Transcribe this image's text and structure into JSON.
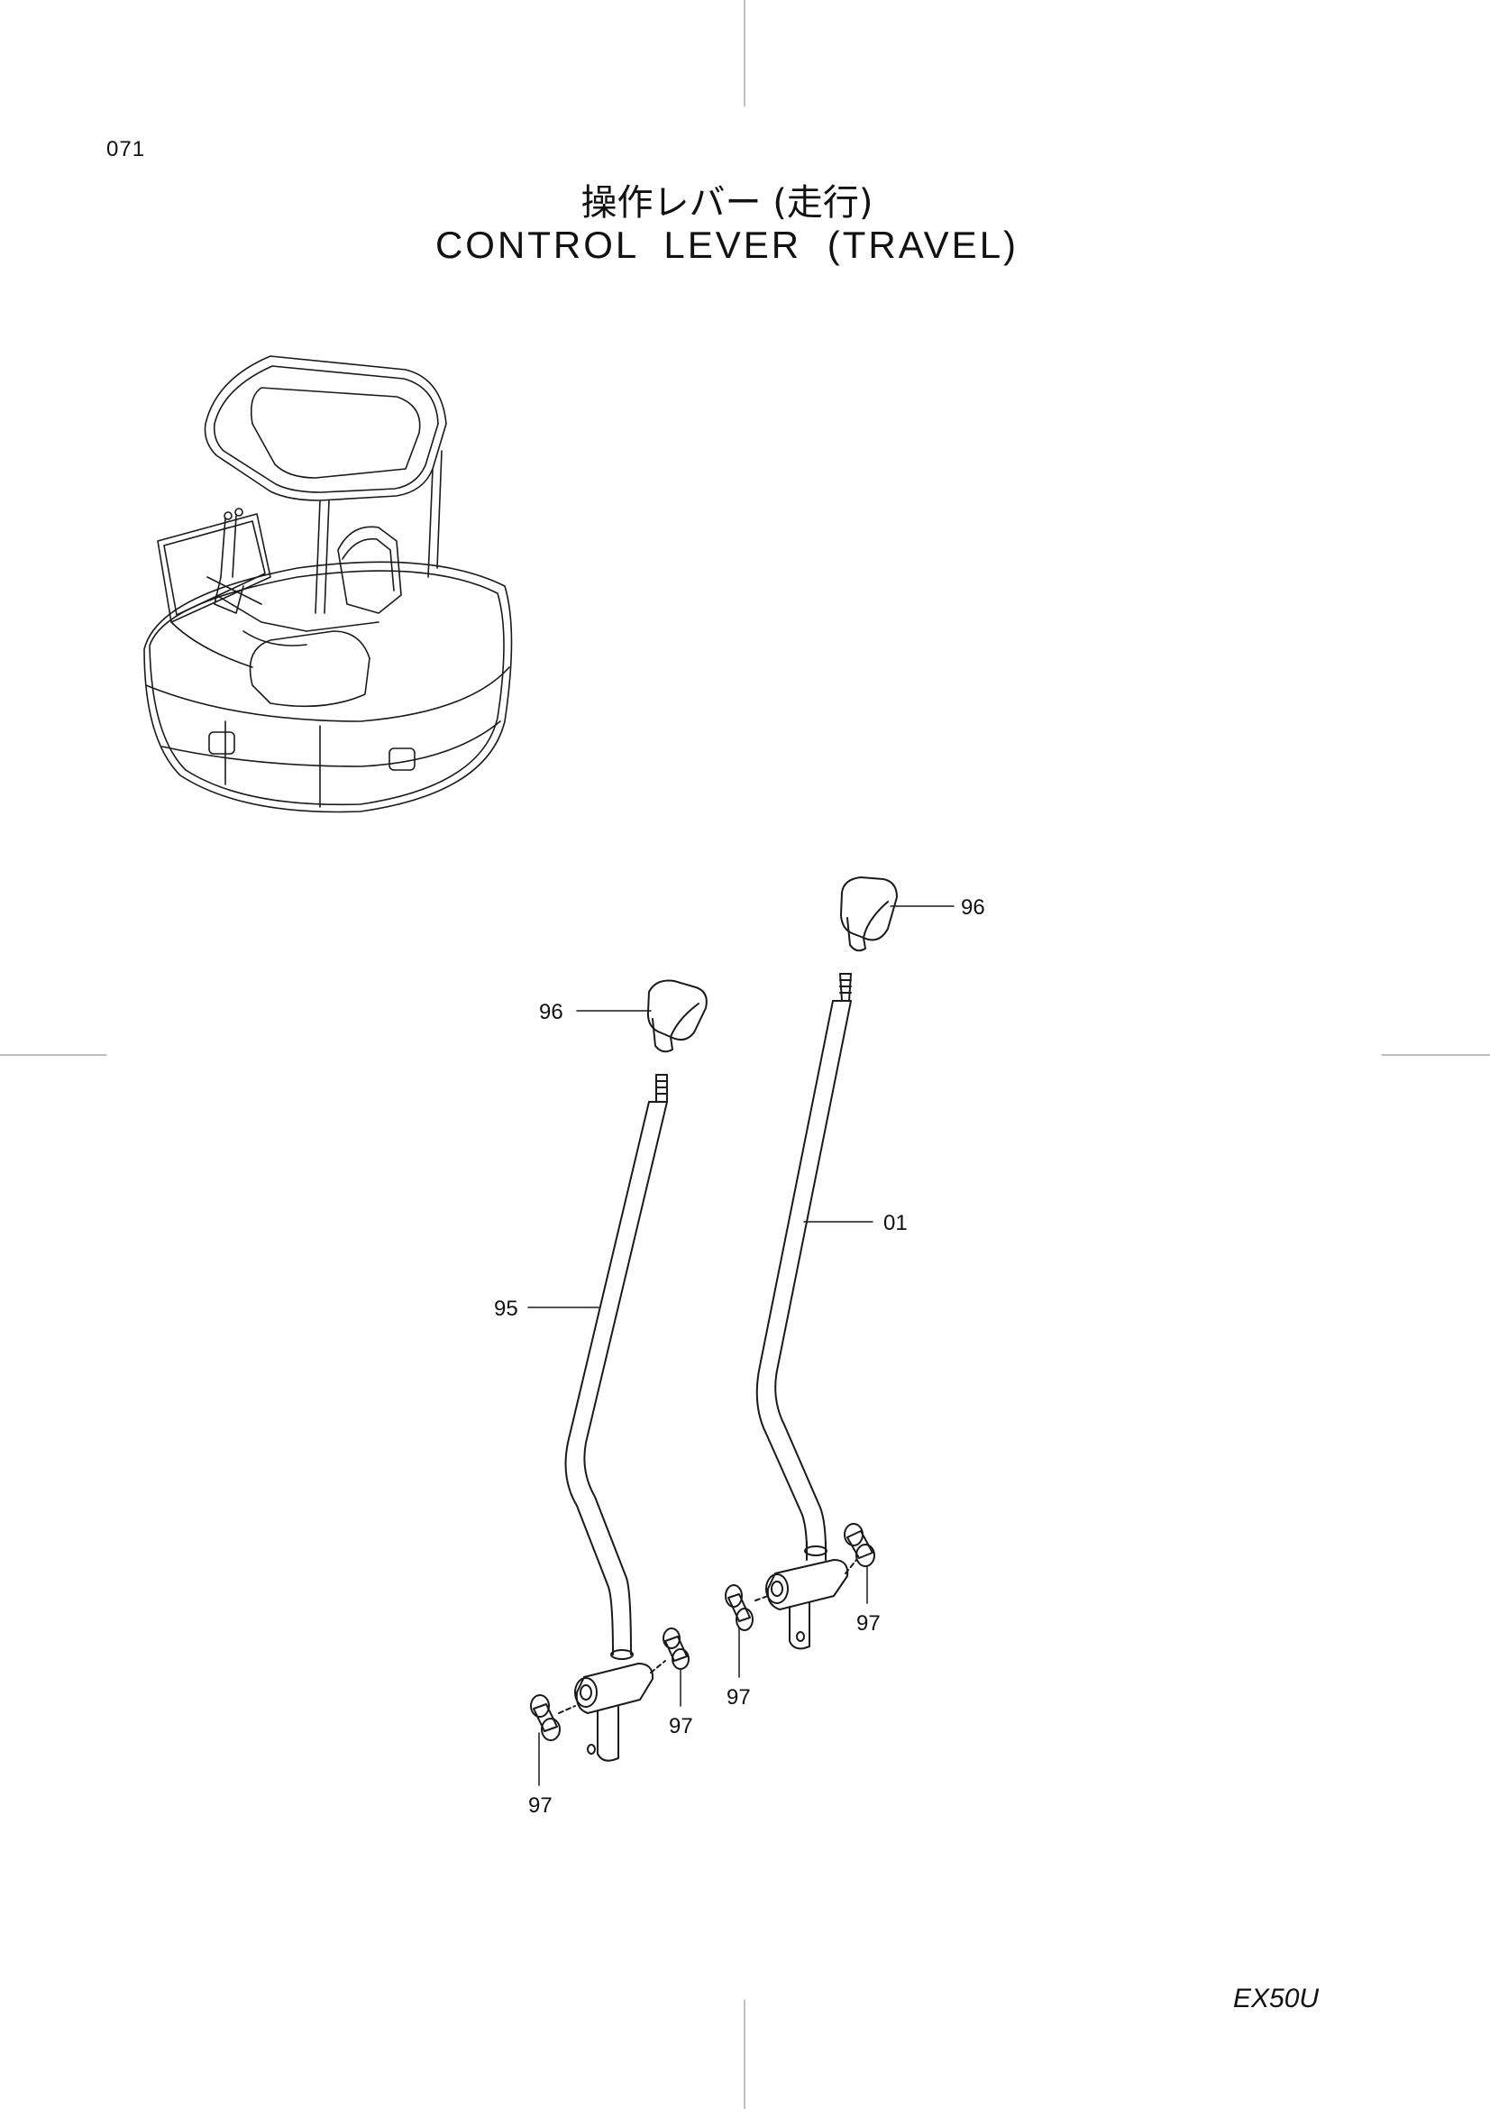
{
  "page_number": "071",
  "title_japanese": "操作レバー (走行)",
  "title_english": "CONTROL LEVER (TRAVEL)",
  "model": "EX50U",
  "callouts": [
    "96",
    "96",
    "01",
    "95",
    "97",
    "97",
    "97",
    "97"
  ]
}
